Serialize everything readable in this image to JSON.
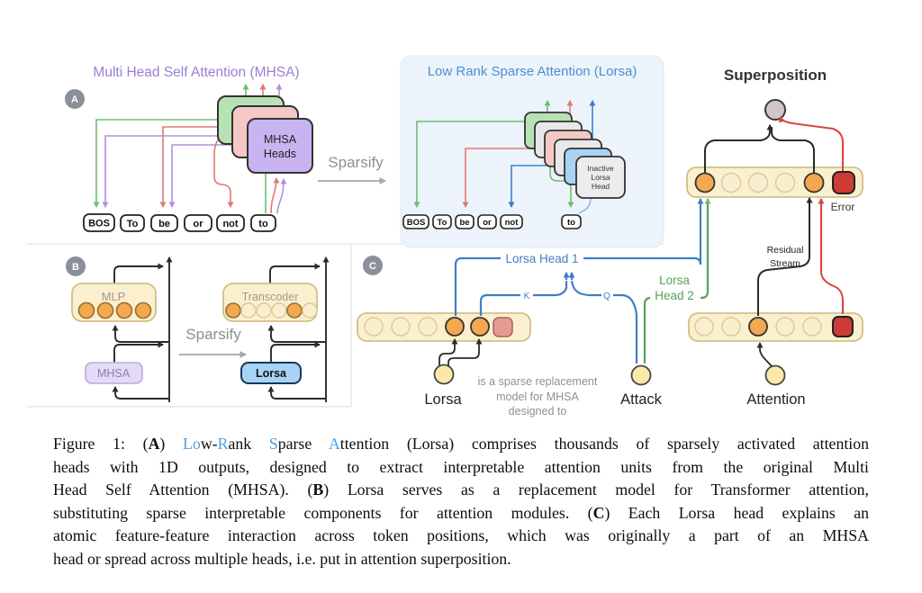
{
  "figure": {
    "panel_a": {
      "badge": "A",
      "mhsa_title": "Multi Head Self Attention (MHSA)",
      "mhsa_card_label": [
        "MHSA",
        "Heads"
      ],
      "tokens_left": [
        "BOS",
        "To",
        "be",
        "or",
        "not",
        "to"
      ],
      "sparsify": "Sparsify",
      "lorsa_title": "Low Rank Sparse Attention (Lorsa)",
      "inactive_card_label": [
        "Inactive",
        "Lorsa",
        "Head"
      ],
      "tokens_right": [
        "BOS",
        "To",
        "be",
        "or",
        "not",
        "to"
      ]
    },
    "panel_b": {
      "badge": "B",
      "mlp_label": "MLP",
      "mhsa_label": "MHSA",
      "sparsify": "Sparsify",
      "transcoder_label": "Transcoder",
      "lorsa_label": "Lorsa"
    },
    "panel_c": {
      "badge": "C",
      "lorsa_head_1": "Lorsa Head 1",
      "k_label": "K",
      "q_label": "Q",
      "lorsa_head_2": [
        "Lorsa",
        "Head 2"
      ],
      "residual_stream": [
        "Residual",
        "Stream"
      ],
      "token_lorsa": "Lorsa",
      "token_attack": "Attack",
      "token_attention": "Attention",
      "gray_note": [
        "is a sparse replacement",
        "model for MHSA",
        "designed to"
      ]
    },
    "superposition": {
      "title": "Superposition",
      "error_label": "Error"
    }
  },
  "colors": {
    "title_purple": "#9b7fd6",
    "title_blue": "#4a90d2",
    "line_green": "#6fbe72",
    "line_salmon": "#dd7b72",
    "line_purple": "#b38fdd",
    "line_blue": "#3f7ec7",
    "caption_blue": "#4da0e6",
    "cream_fill": "#faf0cf",
    "orange_unit": "#f4a84f",
    "error_red": "#cc3b35",
    "token_yellow": "#fbe9a9",
    "badge_gray": "#8a909a"
  },
  "caption": {
    "lines": [
      [
        {
          "t": "Figure 1: ("
        },
        {
          "t": "A",
          "s": "b"
        },
        {
          "t": ") "
        },
        {
          "t": "Lo",
          "s": "blue"
        },
        {
          "t": "w-"
        },
        {
          "t": "R",
          "s": "blue"
        },
        {
          "t": "ank "
        },
        {
          "t": "S",
          "s": "blue"
        },
        {
          "t": "parse "
        },
        {
          "t": "A",
          "s": "blue"
        },
        {
          "t": "ttention (Lorsa) comprises thousands of sparsely activated attention"
        }
      ],
      [
        {
          "t": "heads with 1D outputs, designed to extract interpretable attention units from the original Multi"
        }
      ],
      [
        {
          "t": "Head Self Attention (MHSA). ("
        },
        {
          "t": "B",
          "s": "b"
        },
        {
          "t": ") Lorsa serves as a replacement model for Transformer attention,"
        }
      ],
      [
        {
          "t": "substituting sparse interpretable components for attention modules. ("
        },
        {
          "t": "C",
          "s": "b"
        },
        {
          "t": ") Each Lorsa head explains an"
        }
      ],
      [
        {
          "t": "atomic feature-feature interaction across token positions, which was originally a part of an MHSA"
        }
      ],
      [
        {
          "t": "head or spread across multiple heads, i.e. put in attention superposition."
        }
      ]
    ]
  }
}
